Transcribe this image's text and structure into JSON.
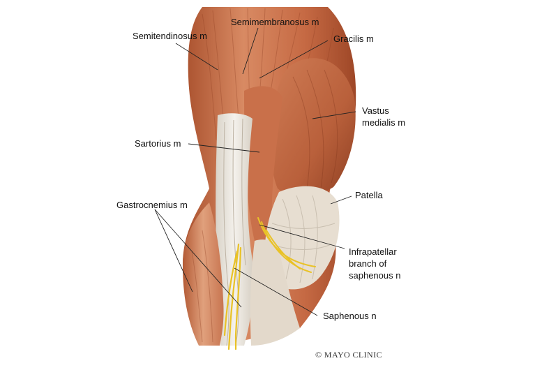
{
  "labels": {
    "semimembranosus": "Semimembranosus m",
    "semitendinosus": "Semitendinosus m",
    "gracilis": "Gracilis m",
    "vastus_line1": "Vastus",
    "vastus_line2": "medialis m",
    "sartorius": "Sartorius m",
    "patella": "Patella",
    "gastrocnemius": "Gastrocnemius m",
    "infrapatellar_line1": "Infrapatellar",
    "infrapatellar_line2": "branch of",
    "infrapatellar_line3": "saphenous n",
    "saphenous": "Saphenous n"
  },
  "copyright": "© MAYO CLINIC",
  "colors": {
    "muscle": "#c0673f",
    "muscle_light": "#dd9670",
    "muscle_dark": "#8e3f22",
    "tendon": "#ede7dc",
    "patella": "#e6ddd0",
    "nerve": "#e9c227",
    "leader": "#222222"
  }
}
